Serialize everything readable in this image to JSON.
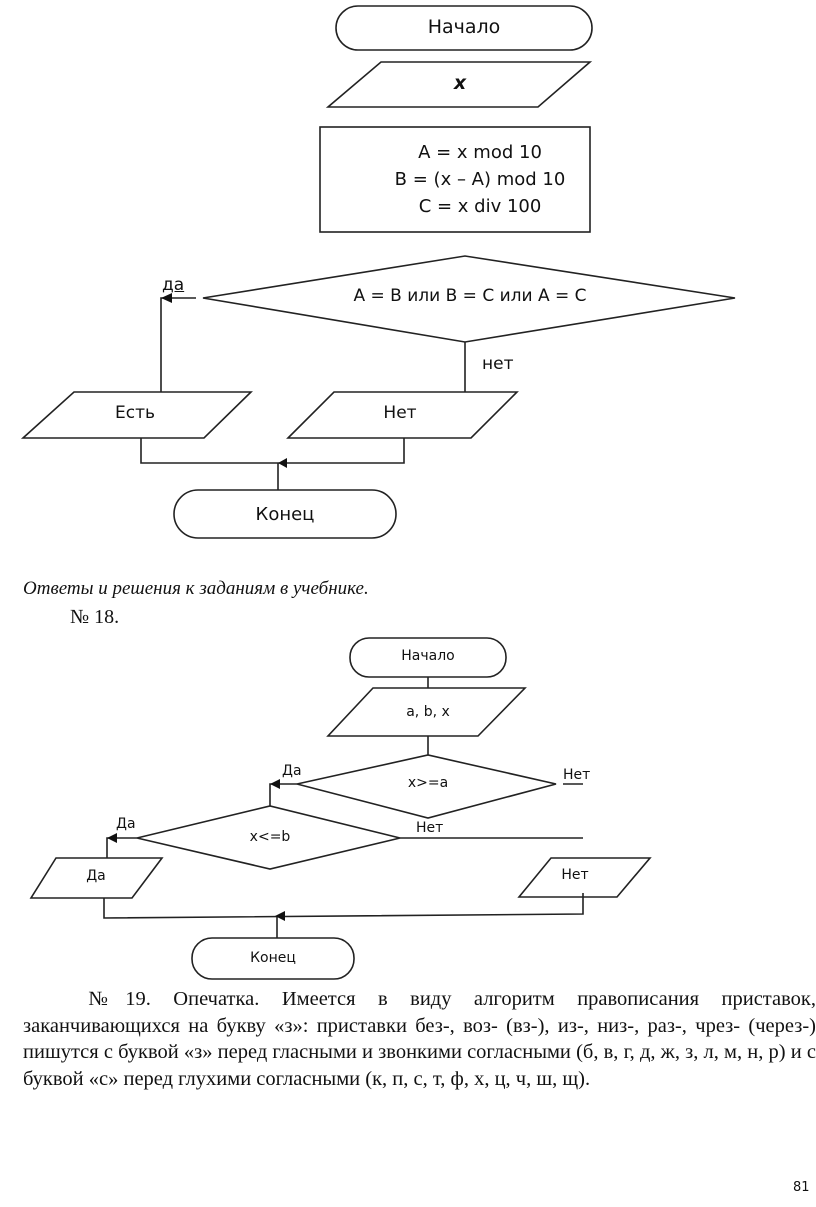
{
  "flowchart1": {
    "start": "Начало",
    "input": "x",
    "process_lines": [
      "A = x mod 10",
      "B = (x – A) mod 10",
      "C = x div 100"
    ],
    "condition": "A = B или B = C или A = C",
    "yes_label": "да",
    "no_label": "нет",
    "output_yes": "Есть",
    "output_no": "Нет",
    "end": "Конец"
  },
  "section_heading": "Ответы и решения к заданиям в учебнике.",
  "task18": {
    "number": "№ 18.",
    "flowchart": {
      "start": "Начало",
      "input": "a, b, x",
      "cond1": "x>=a",
      "cond1_yes": "Да",
      "cond1_no": "Нет",
      "cond2": "x<=b",
      "cond2_yes": "Да",
      "cond2_no": "Нет",
      "output_yes": "Да",
      "output_no": "Нет",
      "end": "Конец"
    }
  },
  "task19": {
    "text": "№19. Опечатка. Имеется в виду алгоритм правописания приставок, заканчивающихся на букву «з»: приставки без-, воз- (вз-), из-, низ-, раз-, чрез- (через-) пишутся с буквой «з» перед гласными и звонкими согласными (б, в, г, д, ж, з, л, м, н, р) и с буквой «с» перед глухими согласными (к, п, с, т, ф, х, ц, ч, ш, щ)."
  },
  "page_number": "81"
}
